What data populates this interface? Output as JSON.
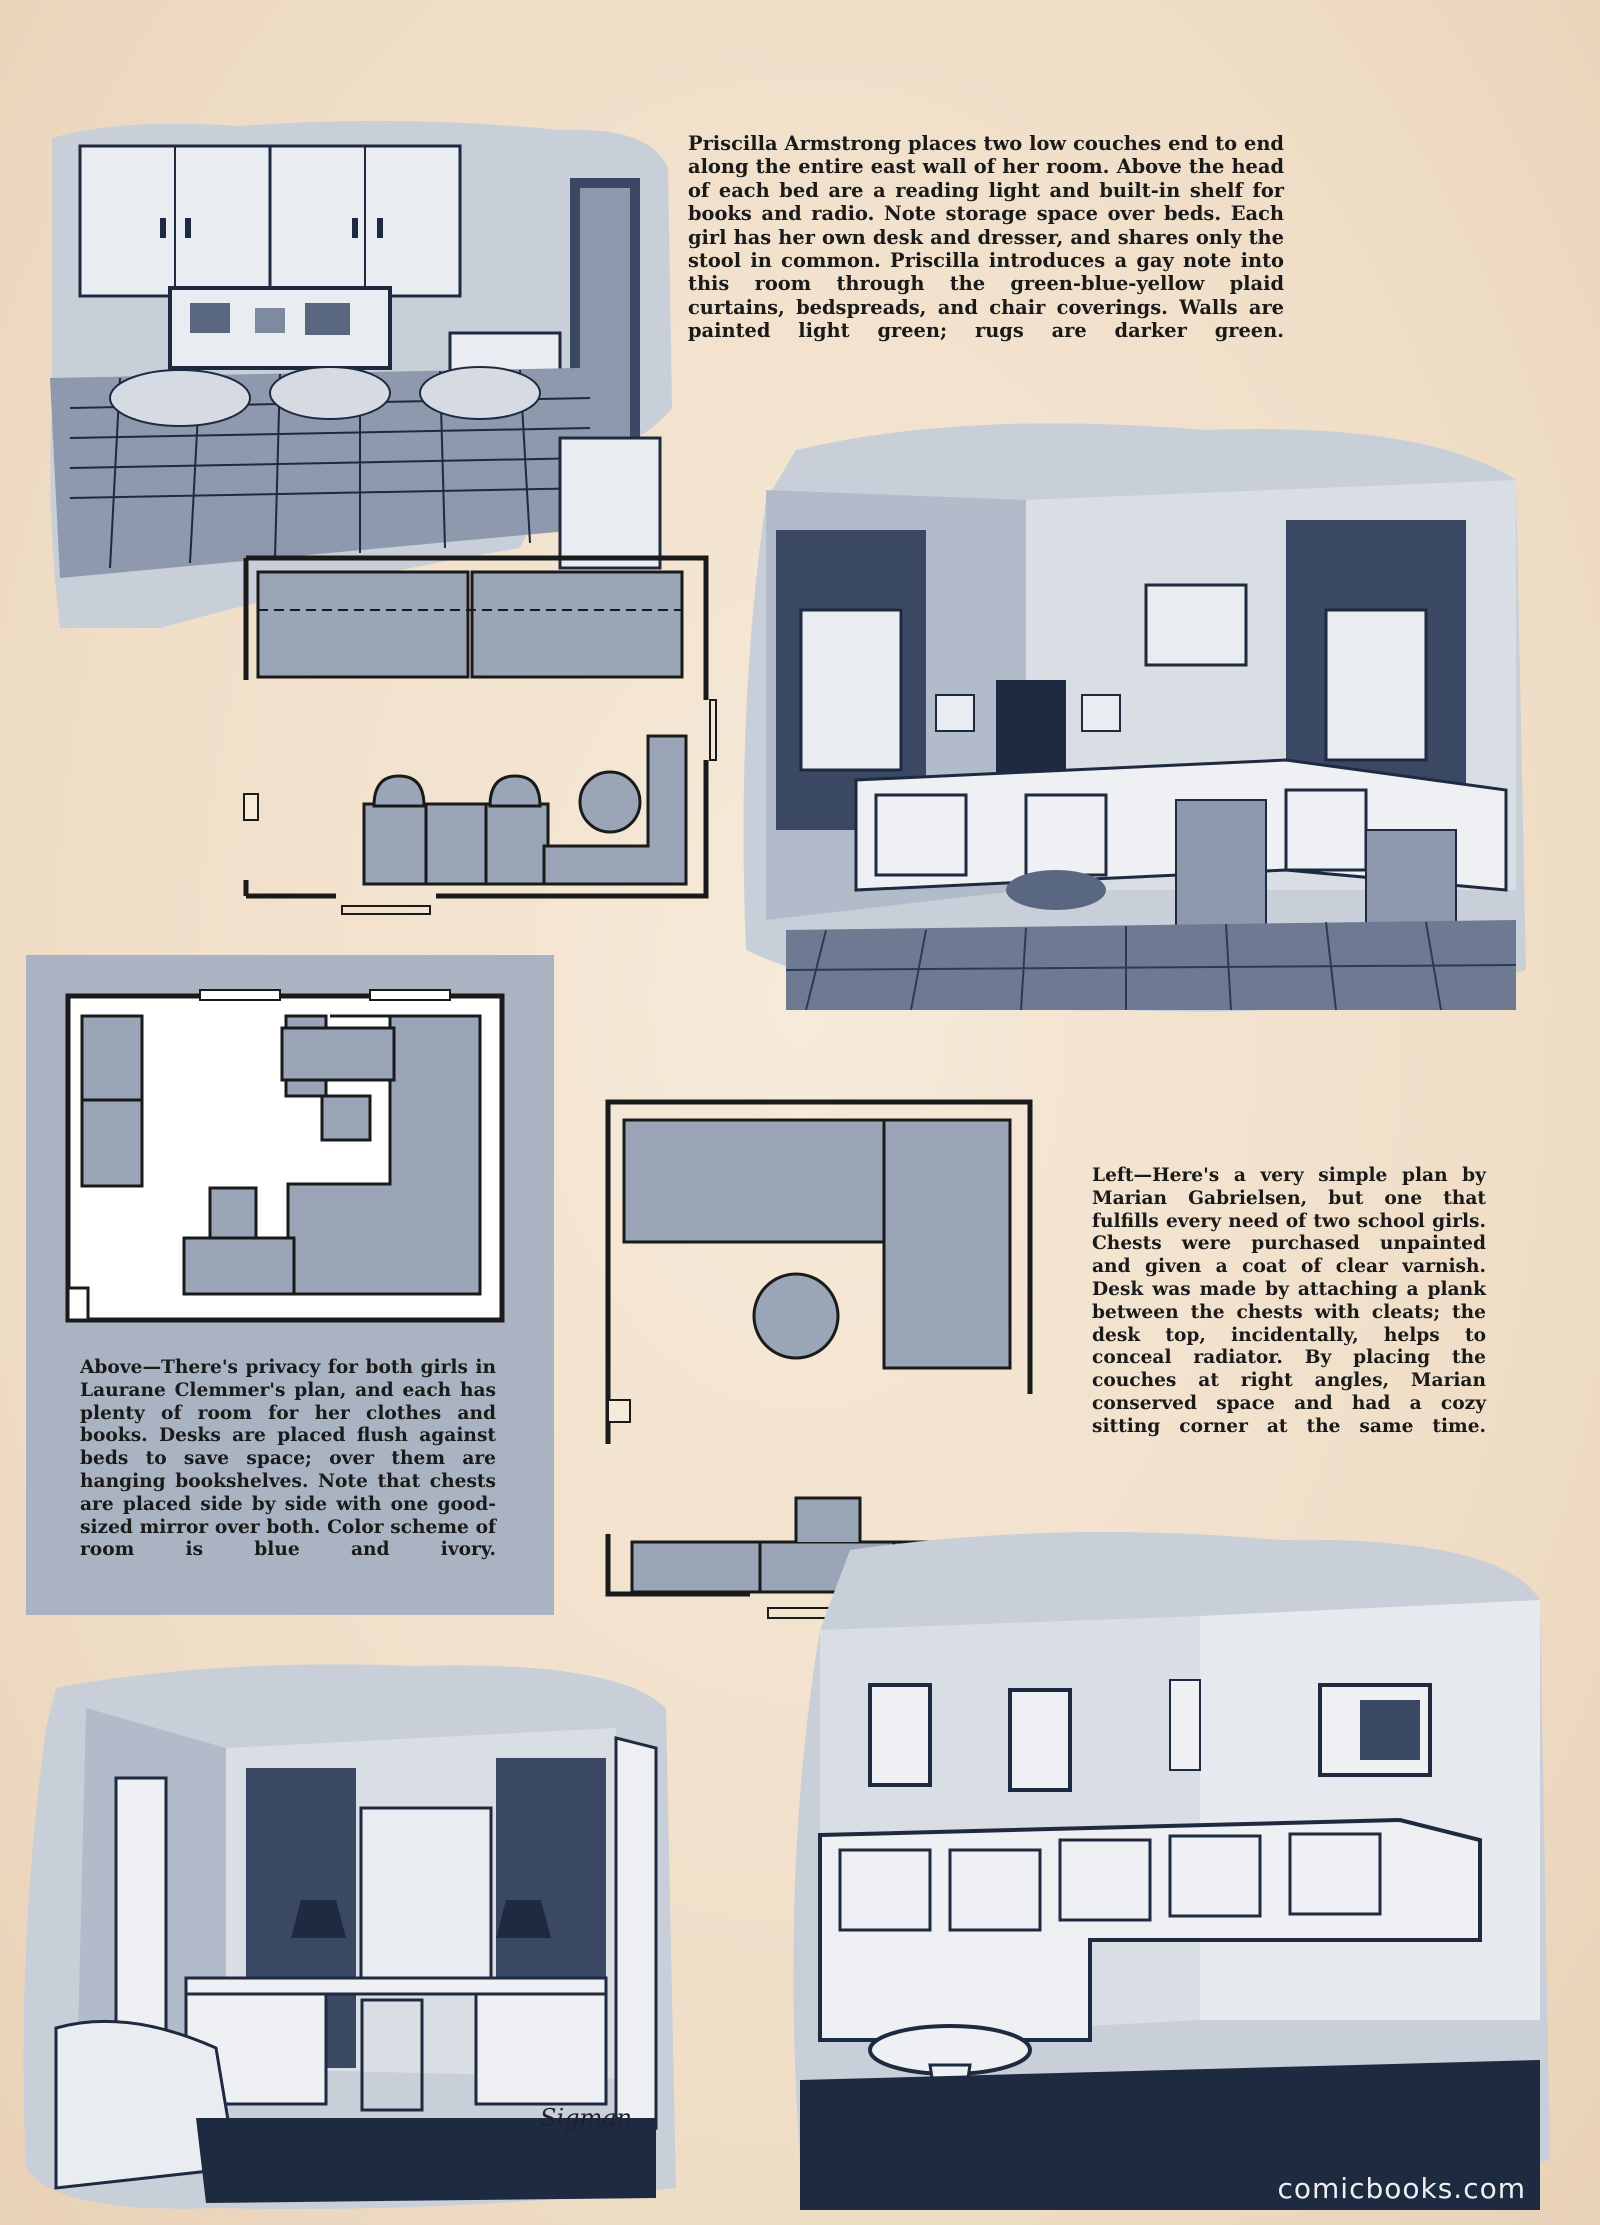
{
  "captions": {
    "armstrong": "Priscilla Armstrong places two low couches end to end along the entire east wall of her room. Above the head of each bed are a reading light and built-in shelf for books and radio. Note storage space over beds. Each girl has her own desk and dresser, and shares only the stool in common. Priscilla introduces a gay note into this room through the green-blue-yellow plaid curtains, bedspreads, and chair coverings. Walls are painted light green; rugs are darker green.",
    "gabrielsen": "Left—Here's a very simple plan by Marian Gabrielsen, but one that fulfills every need of two school girls. Chests were purchased unpainted and given a coat of clear varnish. Desk was made by attaching a plank between the chests with cleats; the desk top, incidentally, helps to conceal radiator. By placing the couches at right angles, Marian conserved space and had a cozy sitting corner at the same time.",
    "clemmer": "Above—There's privacy for both girls in Laurane Clemmer's plan, and each has plenty of room for her clothes and books. Desks are placed flush against beds to save space; over them are hanging bookshelves. Note that chests are placed side by side with one good-sized mirror over both. Color scheme of room is blue and ivory."
  },
  "signature": "Sigman",
  "watermark": "comicbooks.com",
  "colors": {
    "paper": "#f1e2cf",
    "ink_blue": "#2c3a55",
    "wash_blue": "#a9b3c2",
    "plan_fill": "#9aa6b8"
  }
}
